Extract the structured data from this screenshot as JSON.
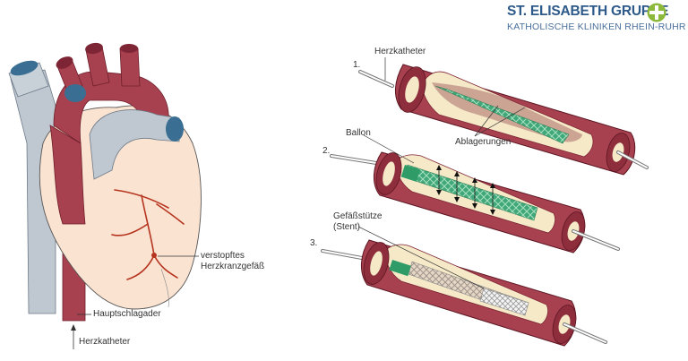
{
  "brand": {
    "name": "ST. ELISABETH GRUPPE",
    "subtitle": "KATHOLISCHE KLINIKEN RHEIN-RUHR",
    "logo_color": "#8cb83c"
  },
  "heart_labels": {
    "blocked_vessel": "verstopftes\nHerzkranzgefäß",
    "aorta": "Hauptschlagader",
    "catheter": "Herzkatheter"
  },
  "steps": [
    {
      "number": "1.",
      "labels": [
        "Herzkatheter",
        "Ablagerungen"
      ]
    },
    {
      "number": "2.",
      "labels": [
        "Ballon"
      ]
    },
    {
      "number": "3.",
      "labels": [
        "Gefäßstütze\n(Stent)"
      ]
    }
  ],
  "colors": {
    "vessel_red": "#a8414f",
    "vessel_dark": "#7e2535",
    "plaque": "#f5e9c8",
    "heart_skin": "#fbe3d1",
    "vein_gray": "#bfc8d1",
    "vein_blue": "#3a6f93",
    "balloon_green": "#2f9c68",
    "stent_gray": "#b5b5b5"
  }
}
